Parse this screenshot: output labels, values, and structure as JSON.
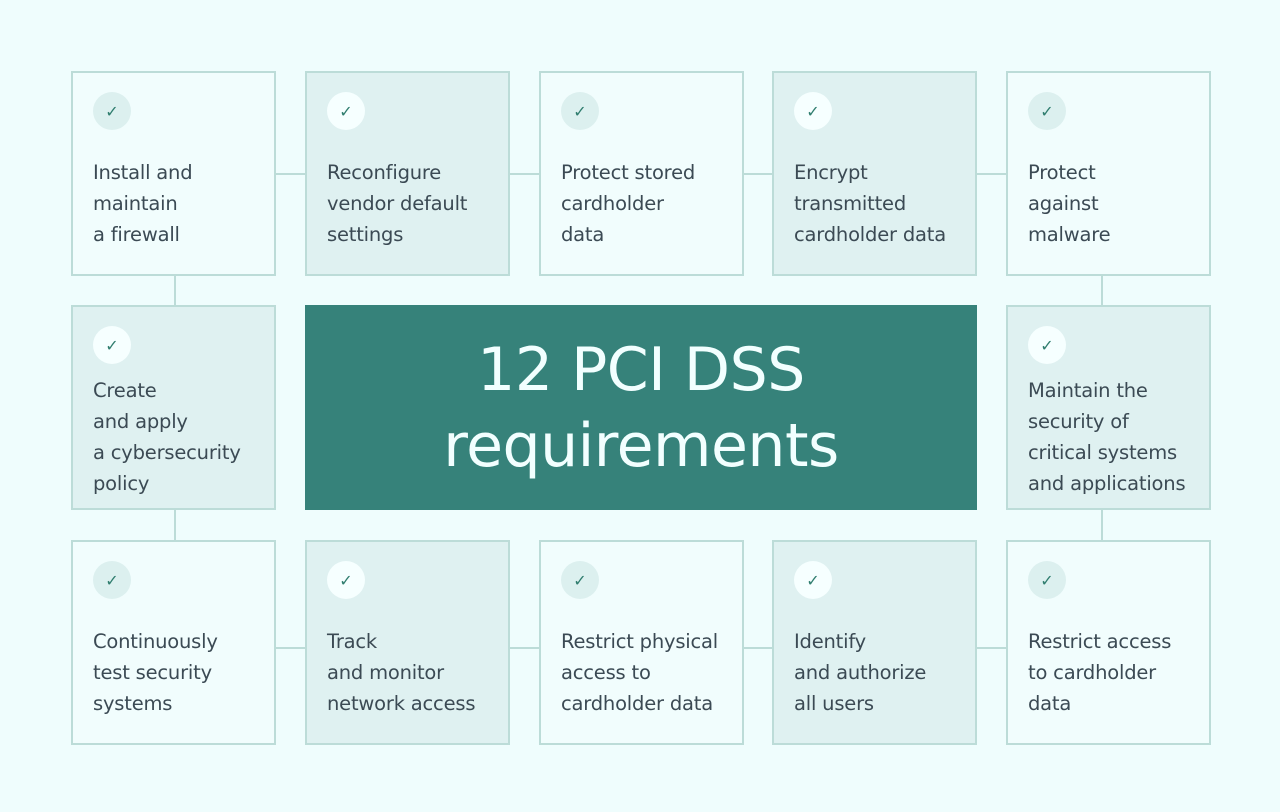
{
  "title": {
    "line1": "12 PCI DSS",
    "line2": "requirements"
  },
  "colors": {
    "background": "#effdfd",
    "center_fill": "#36827a",
    "box_light": "#f1fdfd",
    "box_tint": "#dff1f1",
    "border": "#bcdcd8",
    "check": "#2f7d6e",
    "text": "#3b4a54"
  },
  "check_icon": "checkmark",
  "requirements": [
    {
      "text": "Install and\nmaintain\na firewall"
    },
    {
      "text": "Reconfigure\nvendor default\nsettings"
    },
    {
      "text": "Protect stored\ncardholder\ndata"
    },
    {
      "text": "Encrypt\ntransmitted\ncardholder data"
    },
    {
      "text": "Protect\nagainst\nmalware"
    },
    {
      "text": "Maintain the\nsecurity of\ncritical systems\nand applications"
    },
    {
      "text": "Restrict access\nto cardholder\ndata"
    },
    {
      "text": "Identify\nand authorize\nall users"
    },
    {
      "text": "Restrict physical\naccess to\ncardholder data"
    },
    {
      "text": "Track\nand monitor\nnetwork access"
    },
    {
      "text": "Continuously\ntest security\nsystems"
    },
    {
      "text": "Create\nand apply\na cybersecurity\npolicy"
    }
  ]
}
